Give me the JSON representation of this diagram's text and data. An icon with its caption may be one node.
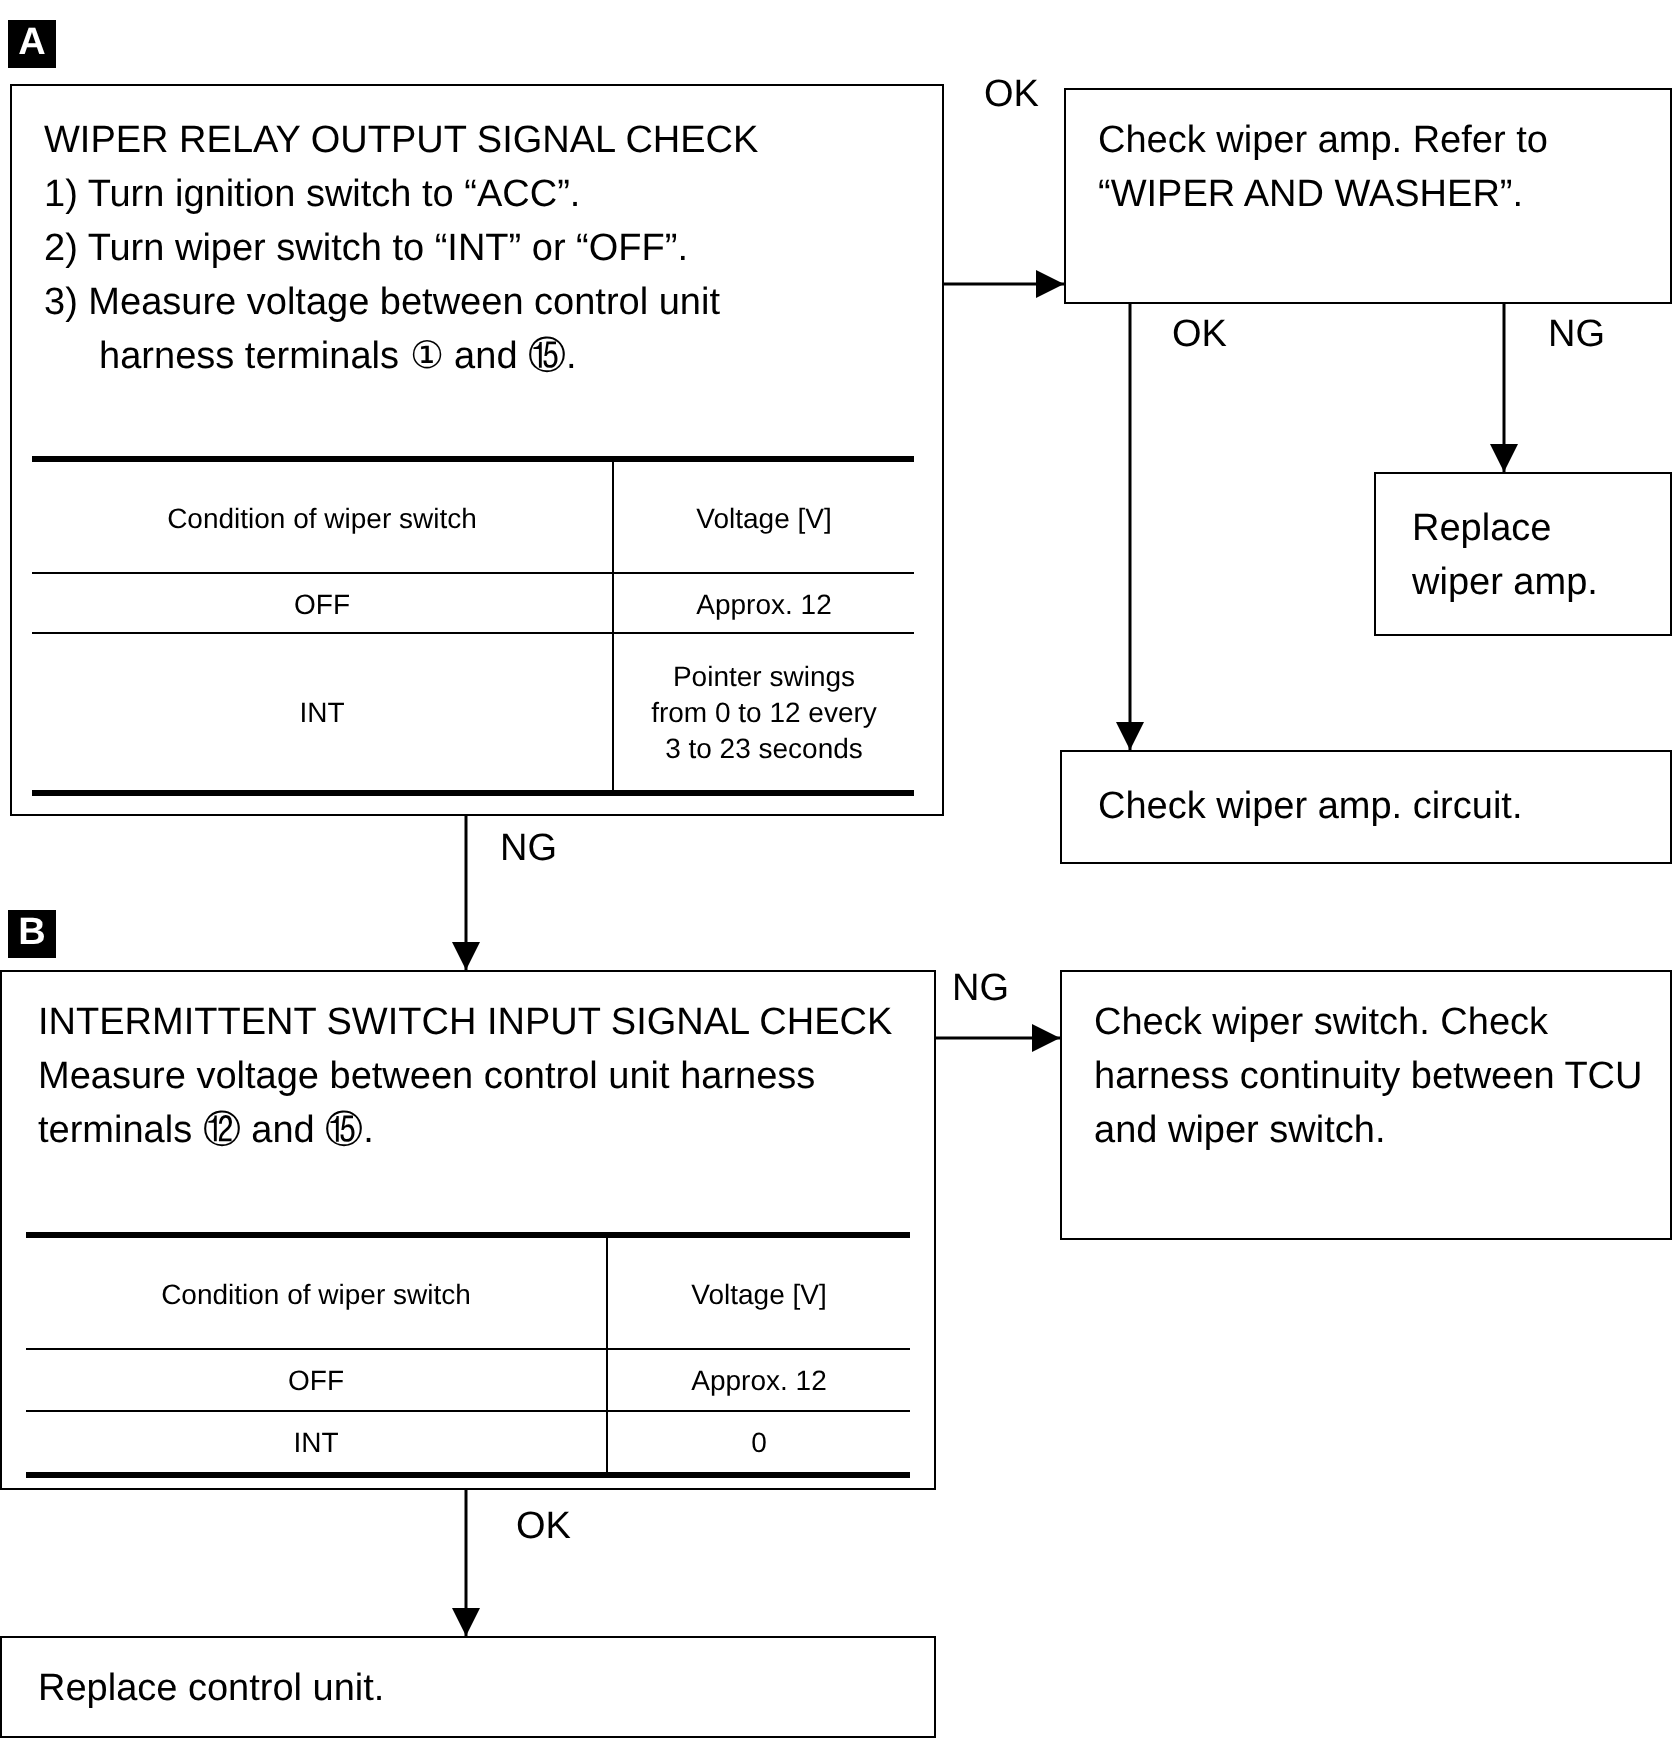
{
  "diagram": {
    "nodes": [
      {
        "text": [
          "WIPER RELAY OUTPUT SIGNAL CHECK",
          "1) Turn ignition switch to “ACC”.",
          "2) Turn wiper switch to “INT” or “OFF”.",
          "3) Measure voltage between control unit harness terminals ① and ⑮."
        ]
      },
      {
        "text": [
          "Check wiper amp. Refer to “WIPER AND WASHER”."
        ]
      },
      {
        "text": [
          "Replace wiper amp."
        ]
      },
      {
        "text": [
          "Check wiper amp. circuit."
        ]
      },
      {
        "text": [
          "INTERMITTENT SWITCH INPUT SIGNAL CHECK",
          "Measure voltage between control unit harness terminals ⑫ and ⑮."
        ]
      },
      {
        "text": [
          "Check wiper switch. Check harness continuity between TCU and wiper switch."
        ]
      },
      {
        "text": [
          "Replace control unit."
        ]
      }
    ],
    "edges": [
      {
        "from": 0,
        "to": 1,
        "arrow": "to",
        "label": "OK"
      },
      {
        "from": 1,
        "to": 3,
        "arrow": "to",
        "label": "OK"
      },
      {
        "from": 1,
        "to": 2,
        "arrow": "to",
        "label": "NG"
      },
      {
        "from": 0,
        "to": 4,
        "arrow": "to",
        "label": "NG"
      },
      {
        "from": 4,
        "to": 5,
        "arrow": "to",
        "label": "NG"
      },
      {
        "from": 4,
        "to": 6,
        "arrow": "to",
        "label": "OK"
      }
    ],
    "labels": [
      "A",
      "Condition of wiper switch",
      "Voltage [V]",
      "OFF",
      "Approx. 12",
      "INT",
      "Pointer swings from 0 to 12 every 3 to 23 seconds",
      "B",
      "Condition of wiper switch",
      "Voltage [V]",
      "OFF",
      "Approx. 12",
      "INT",
      "0"
    ]
  }
}
